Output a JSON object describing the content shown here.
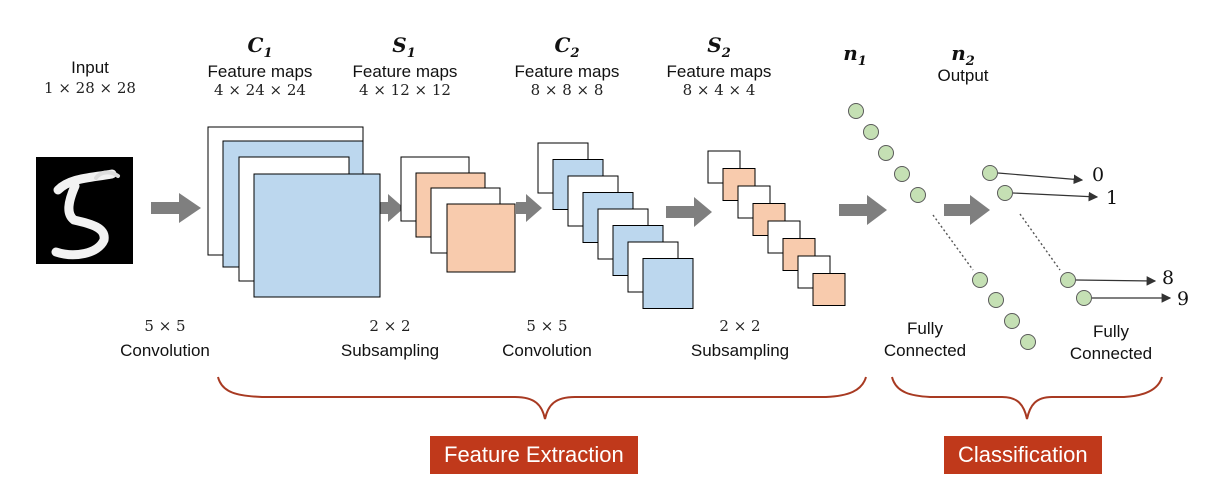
{
  "input": {
    "label": "Input",
    "dims": "1 × 28 × 28"
  },
  "layers": {
    "c1": {
      "symbol": "C",
      "sub": "1",
      "label": "Feature maps",
      "dims": "4 × 24 × 24"
    },
    "s1": {
      "symbol": "S",
      "sub": "1",
      "label": "Feature maps",
      "dims": "4 × 12 × 12"
    },
    "c2": {
      "symbol": "C",
      "sub": "2",
      "label": "Feature maps",
      "dims": "8 × 8 × 8"
    },
    "s2": {
      "symbol": "S",
      "sub": "2",
      "label": "Feature maps",
      "dims": "8 × 4 × 4"
    },
    "n1": {
      "symbol": "n",
      "sub": "1"
    },
    "n2": {
      "symbol": "n",
      "sub": "2",
      "label": "Output"
    }
  },
  "operations": {
    "conv1": {
      "kernel": "5 × 5",
      "name": "Convolution"
    },
    "sub1": {
      "kernel": "2 × 2",
      "name": "Subsampling"
    },
    "conv2": {
      "kernel": "5 × 5",
      "name": "Convolution"
    },
    "sub2": {
      "kernel": "2 × 2",
      "name": "Subsampling"
    },
    "fc1": {
      "line1": "Fully",
      "line2": "Connected"
    },
    "fc2": {
      "line1": "Fully",
      "line2": "Connected"
    }
  },
  "outputs": [
    "0",
    "1",
    "8",
    "9"
  ],
  "groups": {
    "feature_extraction": "Feature Extraction",
    "classification": "Classification"
  },
  "colors": {
    "conv_map": "#bcd7ee",
    "pool_map": "#f8cbad",
    "neuron": "#c5e0b4",
    "arrow": "#7f7f7f",
    "brace": "#a83a22",
    "badge": "#c0391b"
  }
}
